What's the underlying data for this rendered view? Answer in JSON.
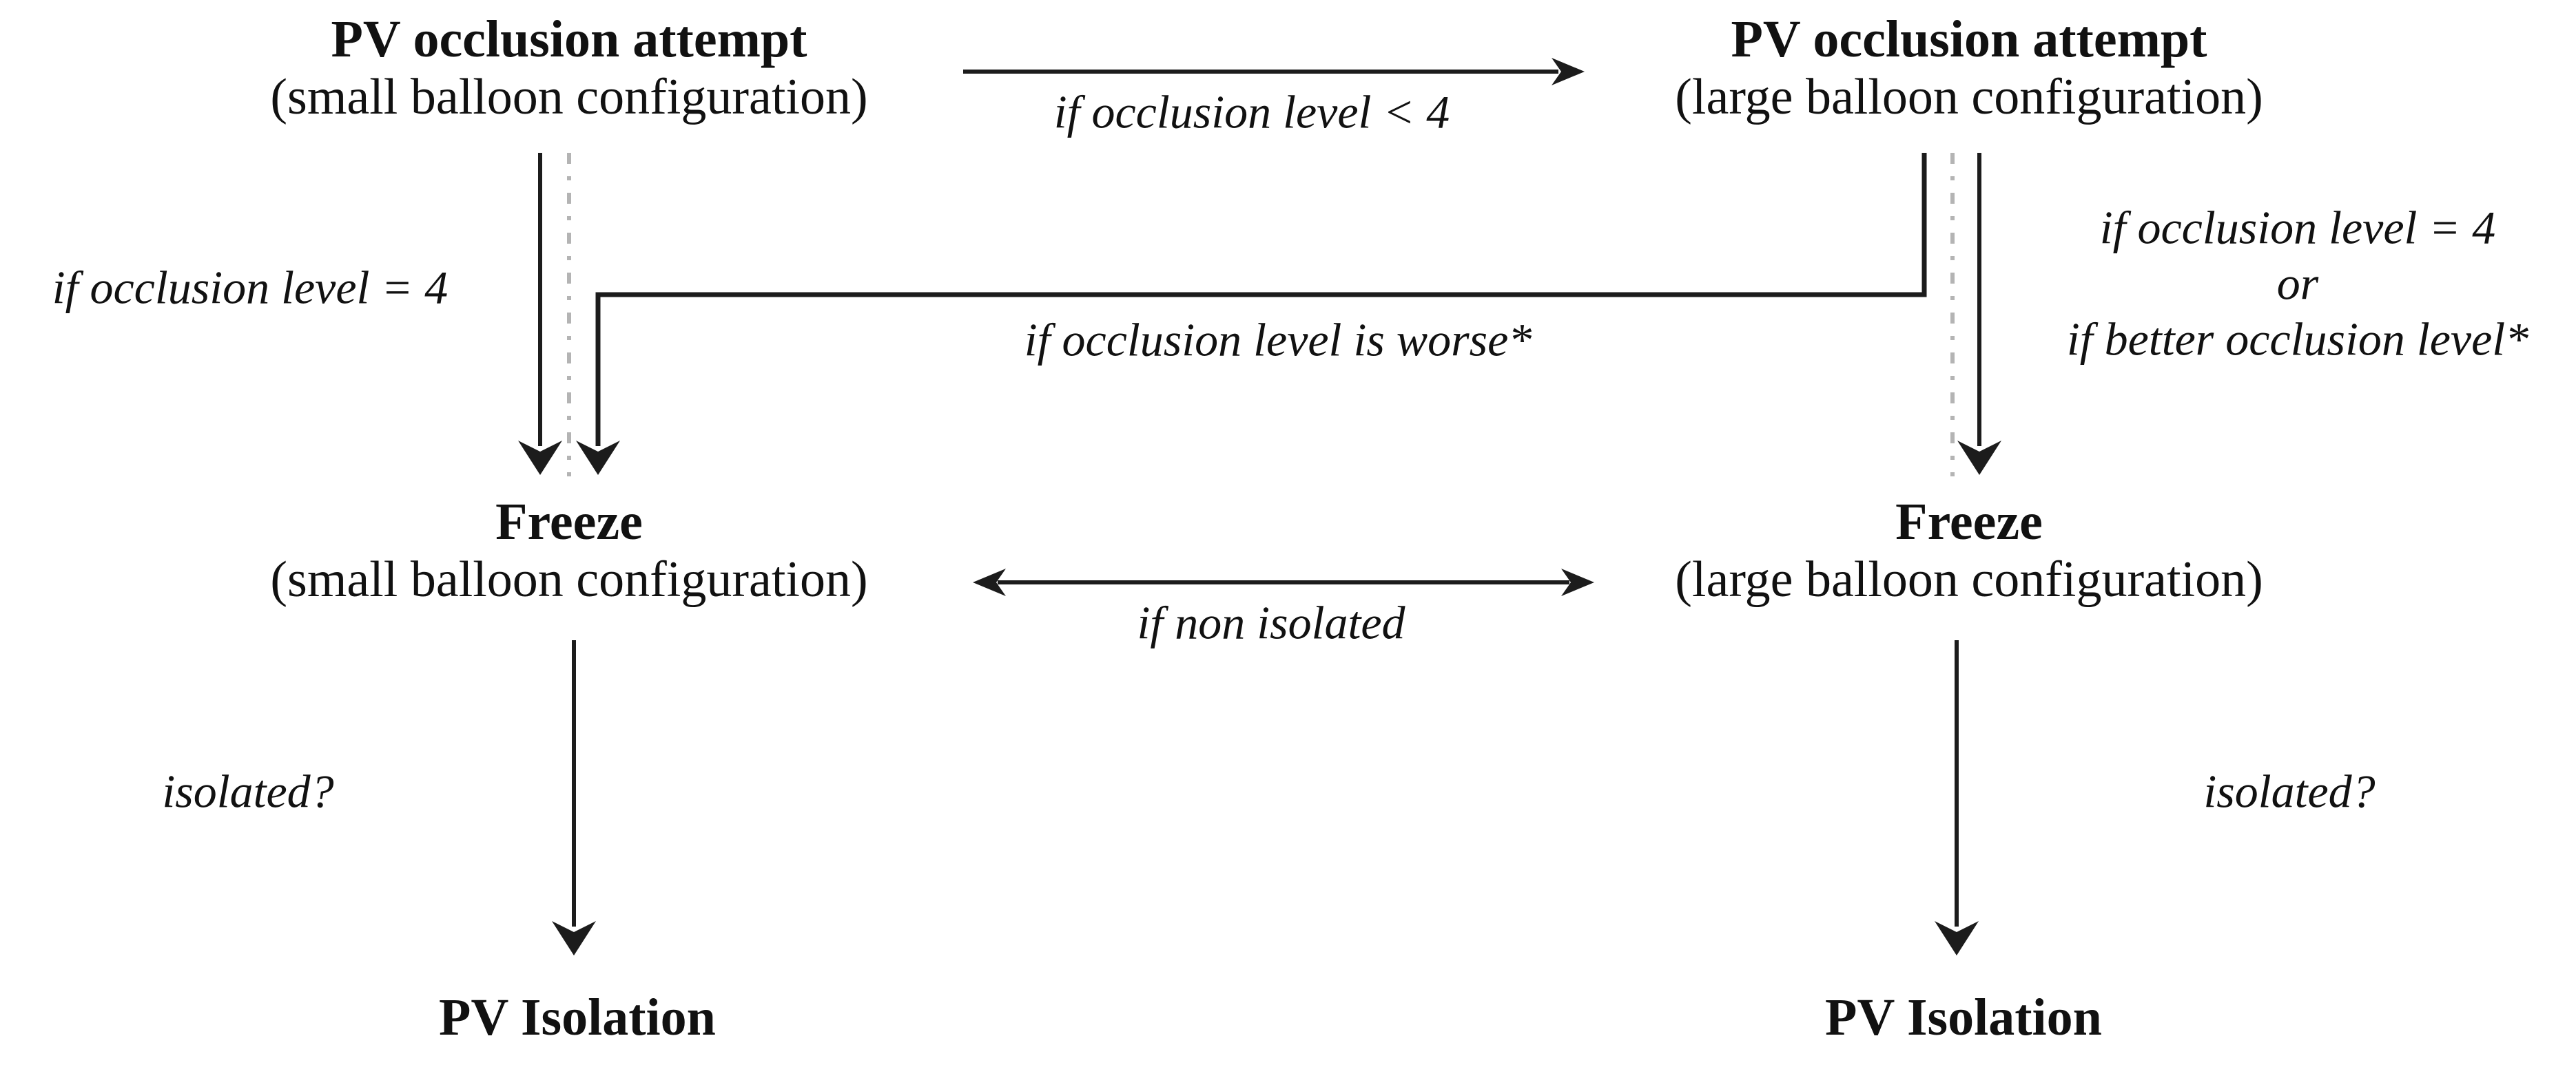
{
  "colors": {
    "line": "#1c1c1c",
    "dashed_guide": "#b4b4b4",
    "text": "#111111",
    "background": "#ffffff"
  },
  "nodes": {
    "pv_attempt_small": {
      "title": "PV occlusion attempt",
      "subtitle": "(small balloon configuration)"
    },
    "pv_attempt_large": {
      "title": "PV occlusion attempt",
      "subtitle": "(large balloon configuration)"
    },
    "freeze_small": {
      "title": "Freeze",
      "subtitle": "(small balloon configuration)"
    },
    "freeze_large": {
      "title": "Freeze",
      "subtitle": "(large balloon configuration)"
    },
    "pv_isolation_left": {
      "title": "PV Isolation"
    },
    "pv_isolation_right": {
      "title": "PV Isolation"
    }
  },
  "edge_labels": {
    "small_to_large": "if occlusion level < 4",
    "small_to_freeze": "if occlusion level = 4",
    "worse": "if occlusion level is worse*",
    "large_to_freeze": {
      "line1": "if occlusion level = 4",
      "line2": "or",
      "line3": "if better occlusion level*"
    },
    "non_isolated": "if non isolated",
    "isolated_left": "isolated?",
    "isolated_right": "isolated?"
  }
}
